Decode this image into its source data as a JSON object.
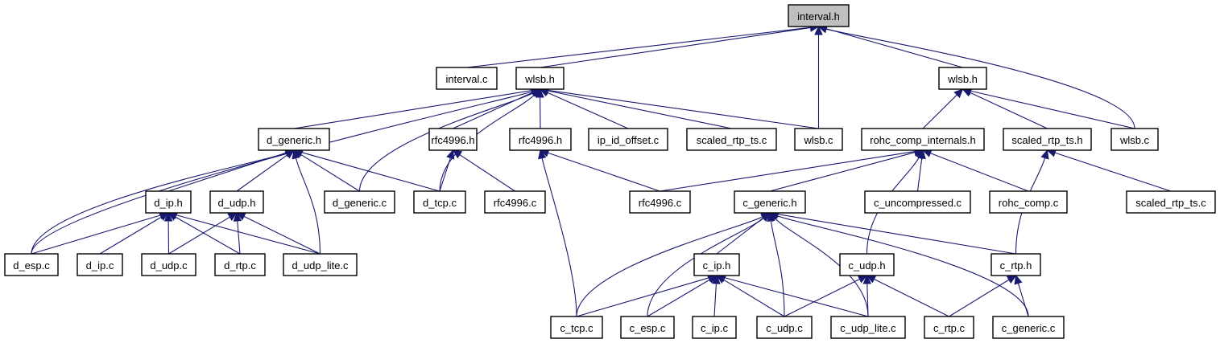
{
  "title": "interval.h include dependency graph",
  "colors": {
    "edge": "#191970",
    "root_fill": "#bfbfbf",
    "node_fill": "#ffffff",
    "node_border": "#000000"
  },
  "nodes": [
    {
      "id": "interval_h",
      "label": "interval.h",
      "root": true
    },
    {
      "id": "interval_c",
      "label": "interval.c"
    },
    {
      "id": "wlsb_h_d",
      "label": "wlsb.h"
    },
    {
      "id": "wlsb_c_d",
      "label": "wlsb.c"
    },
    {
      "id": "wlsb_h_c",
      "label": "wlsb.h"
    },
    {
      "id": "wlsb_c_c",
      "label": "wlsb.c"
    },
    {
      "id": "d_generic_h",
      "label": "d_generic.h"
    },
    {
      "id": "rfc4996_h_d",
      "label": "rfc4996.h"
    },
    {
      "id": "rfc4996_h_c",
      "label": "rfc4996.h"
    },
    {
      "id": "ip_id_offset_c",
      "label": "ip_id_offset.c"
    },
    {
      "id": "scaled_rtp_ts_c_d",
      "label": "scaled_rtp_ts.c"
    },
    {
      "id": "rohc_comp_internals_h",
      "label": "rohc_comp_internals.h"
    },
    {
      "id": "scaled_rtp_ts_h",
      "label": "scaled_rtp_ts.h"
    },
    {
      "id": "d_ip_h",
      "label": "d_ip.h"
    },
    {
      "id": "d_udp_h",
      "label": "d_udp.h"
    },
    {
      "id": "d_generic_c",
      "label": "d_generic.c"
    },
    {
      "id": "d_tcp_c",
      "label": "d_tcp.c"
    },
    {
      "id": "rfc4996_c_d",
      "label": "rfc4996.c"
    },
    {
      "id": "rfc4996_c_c",
      "label": "rfc4996.c"
    },
    {
      "id": "c_generic_h",
      "label": "c_generic.h"
    },
    {
      "id": "c_uncompressed_c",
      "label": "c_uncompressed.c"
    },
    {
      "id": "rohc_comp_c",
      "label": "rohc_comp.c"
    },
    {
      "id": "scaled_rtp_ts_c_c",
      "label": "scaled_rtp_ts.c"
    },
    {
      "id": "d_esp_c",
      "label": "d_esp.c"
    },
    {
      "id": "d_ip_c",
      "label": "d_ip.c"
    },
    {
      "id": "d_udp_c",
      "label": "d_udp.c"
    },
    {
      "id": "d_rtp_c",
      "label": "d_rtp.c"
    },
    {
      "id": "d_udp_lite_c",
      "label": "d_udp_lite.c"
    },
    {
      "id": "c_ip_h",
      "label": "c_ip.h"
    },
    {
      "id": "c_udp_h",
      "label": "c_udp.h"
    },
    {
      "id": "c_rtp_h",
      "label": "c_rtp.h"
    },
    {
      "id": "c_tcp_c",
      "label": "c_tcp.c"
    },
    {
      "id": "c_esp_c",
      "label": "c_esp.c"
    },
    {
      "id": "c_ip_c",
      "label": "c_ip.c"
    },
    {
      "id": "c_udp_c",
      "label": "c_udp.c"
    },
    {
      "id": "c_udp_lite_c",
      "label": "c_udp_lite.c"
    },
    {
      "id": "c_rtp_c",
      "label": "c_rtp.c"
    },
    {
      "id": "c_generic_c",
      "label": "c_generic.c"
    }
  ],
  "edges": [
    {
      "from": "interval_c",
      "to": "interval_h"
    },
    {
      "from": "wlsb_h_d",
      "to": "interval_h"
    },
    {
      "from": "wlsb_c_d",
      "to": "interval_h"
    },
    {
      "from": "wlsb_h_c",
      "to": "interval_h"
    },
    {
      "from": "wlsb_c_c",
      "to": "interval_h"
    },
    {
      "from": "d_generic_h",
      "to": "wlsb_h_d"
    },
    {
      "from": "d_esp_c",
      "to": "wlsb_h_d"
    },
    {
      "from": "d_generic_c",
      "to": "wlsb_h_d"
    },
    {
      "from": "d_tcp_c",
      "to": "wlsb_h_d"
    },
    {
      "from": "rfc4996_h_d",
      "to": "wlsb_h_d"
    },
    {
      "from": "rfc4996_h_c",
      "to": "wlsb_h_d"
    },
    {
      "from": "ip_id_offset_c",
      "to": "wlsb_h_d"
    },
    {
      "from": "scaled_rtp_ts_c_d",
      "to": "wlsb_h_d"
    },
    {
      "from": "wlsb_c_d",
      "to": "wlsb_h_d"
    },
    {
      "from": "rohc_comp_internals_h",
      "to": "wlsb_h_c"
    },
    {
      "from": "scaled_rtp_ts_h",
      "to": "wlsb_h_c"
    },
    {
      "from": "wlsb_c_c",
      "to": "wlsb_h_c"
    },
    {
      "from": "d_ip_h",
      "to": "d_generic_h"
    },
    {
      "from": "d_udp_h",
      "to": "d_generic_h"
    },
    {
      "from": "d_generic_c",
      "to": "d_generic_h"
    },
    {
      "from": "d_tcp_c",
      "to": "d_generic_h"
    },
    {
      "from": "d_esp_c",
      "to": "d_generic_h"
    },
    {
      "from": "d_udp_lite_c",
      "to": "d_generic_h"
    },
    {
      "from": "d_tcp_c",
      "to": "rfc4996_h_d"
    },
    {
      "from": "rfc4996_c_d",
      "to": "rfc4996_h_d"
    },
    {
      "from": "rfc4996_c_c",
      "to": "rfc4996_h_c"
    },
    {
      "from": "c_tcp_c",
      "to": "rfc4996_h_c"
    },
    {
      "from": "c_generic_h",
      "to": "rohc_comp_internals_h"
    },
    {
      "from": "rfc4996_c_c",
      "to": "rohc_comp_internals_h"
    },
    {
      "from": "c_uncompressed_c",
      "to": "rohc_comp_internals_h"
    },
    {
      "from": "rohc_comp_c",
      "to": "rohc_comp_internals_h"
    },
    {
      "from": "c_udp_h",
      "to": "rohc_comp_internals_h"
    },
    {
      "from": "scaled_rtp_ts_c_c",
      "to": "scaled_rtp_ts_h"
    },
    {
      "from": "c_rtp_h",
      "to": "scaled_rtp_ts_h"
    },
    {
      "from": "d_esp_c",
      "to": "d_ip_h"
    },
    {
      "from": "d_ip_c",
      "to": "d_ip_h"
    },
    {
      "from": "d_udp_c",
      "to": "d_ip_h"
    },
    {
      "from": "d_rtp_c",
      "to": "d_ip_h"
    },
    {
      "from": "d_udp_lite_c",
      "to": "d_ip_h"
    },
    {
      "from": "d_udp_c",
      "to": "d_udp_h"
    },
    {
      "from": "d_rtp_c",
      "to": "d_udp_h"
    },
    {
      "from": "d_udp_lite_c",
      "to": "d_udp_h"
    },
    {
      "from": "c_ip_h",
      "to": "c_generic_h"
    },
    {
      "from": "c_tcp_c",
      "to": "c_generic_h"
    },
    {
      "from": "c_esp_c",
      "to": "c_generic_h"
    },
    {
      "from": "c_udp_c",
      "to": "c_generic_h"
    },
    {
      "from": "c_udp_lite_c",
      "to": "c_generic_h"
    },
    {
      "from": "c_rtp_h",
      "to": "c_generic_h"
    },
    {
      "from": "c_generic_c",
      "to": "c_generic_h"
    },
    {
      "from": "c_tcp_c",
      "to": "c_ip_h"
    },
    {
      "from": "c_esp_c",
      "to": "c_ip_h"
    },
    {
      "from": "c_ip_c",
      "to": "c_ip_h"
    },
    {
      "from": "c_udp_c",
      "to": "c_ip_h"
    },
    {
      "from": "c_udp_lite_c",
      "to": "c_ip_h"
    },
    {
      "from": "c_udp_c",
      "to": "c_udp_h"
    },
    {
      "from": "c_udp_lite_c",
      "to": "c_udp_h"
    },
    {
      "from": "c_rtp_c",
      "to": "c_udp_h"
    },
    {
      "from": "c_rtp_c",
      "to": "c_rtp_h"
    },
    {
      "from": "c_generic_c",
      "to": "c_rtp_h"
    }
  ]
}
